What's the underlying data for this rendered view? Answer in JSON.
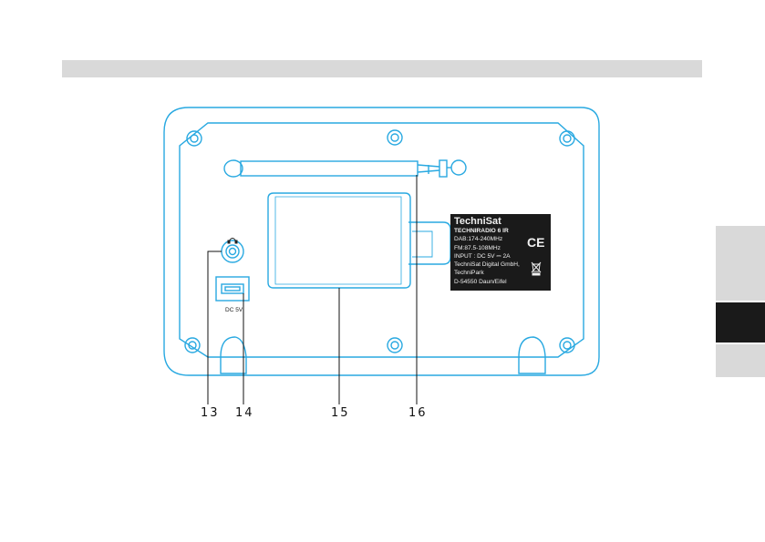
{
  "callouts": {
    "c13": "13",
    "c14": "14",
    "c15": "15",
    "c16": "16"
  },
  "rating_label": {
    "brand": "TechniSat",
    "model": "TECHNIRADIO 6 IR",
    "dab": "DAB:174-240MHz",
    "fm": "FM:87.5-108MHz",
    "input": "INPUT : DC 5V ⎓ 2A",
    "company": "TechniSat Digital GmbH,",
    "park": "TechniPark",
    "address": "D-54550 Daun/Eifel",
    "ce": "CE"
  },
  "port_label": "DC 5V",
  "colors": {
    "outline": "#29a9e1",
    "header_bar": "#d9d9d9",
    "active_tab": "#1a1a1a"
  }
}
